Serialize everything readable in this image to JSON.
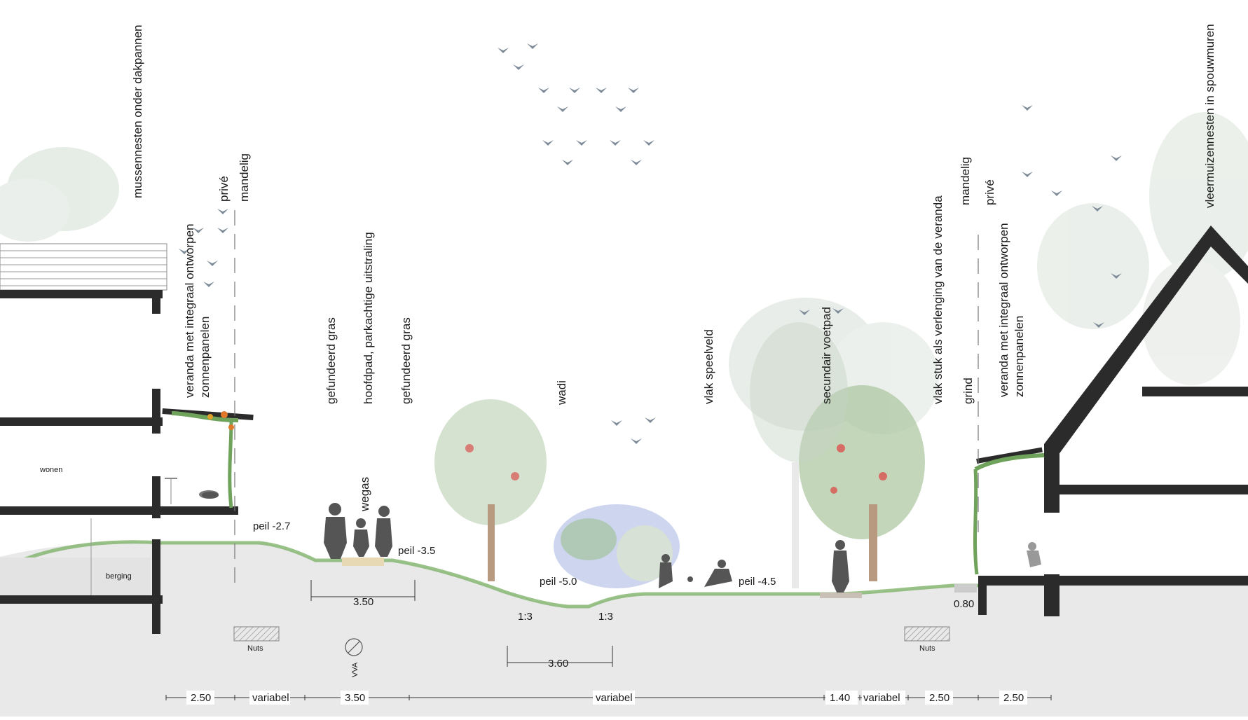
{
  "colors": {
    "ground": "#e9e9e9",
    "structure": "#2b2b2b",
    "grass": "#7fb36a",
    "tree": "#9fb9a3",
    "blossom": "#b9c3e8",
    "apple": "#d9534f"
  },
  "labels_vertical": {
    "mussennesten": "mussennesten onder dakpannen",
    "prive_left": "privé",
    "mandelig_left": "mandelig",
    "veranda_left_1": "veranda met integraal ontworpen",
    "veranda_left_2": "zonnenpanelen",
    "gefundeerd_gras_1": "gefundeerd gras",
    "hoofdpad": "hoofdpad, parkachtige uitstraling",
    "gefundeerd_gras_2": "gefundeerd gras",
    "wegas": "wegas",
    "wadi": "wadi",
    "vlak_speelveld": "vlak speelveld",
    "secundair_voetpad": "secundair voetpad",
    "vlak_stuk": "vlak stuk als verlenging van de veranda",
    "grind": "grind",
    "mandelig_right": "mandelig",
    "prive_right": "privé",
    "veranda_right_1": "veranda met integraal ontworpen",
    "veranda_right_2": "zonnenpanelen",
    "vleermuizennesten": "vleermuizennesten in spouwmuren",
    "vva": "VVA"
  },
  "labels_horizontal": {
    "wonen": "wonen",
    "berging": "berging",
    "peil_1": "peil -2.7",
    "peil_2": "peil -3.5",
    "peil_3": "peil -5.0",
    "peil_4": "peil -4.5",
    "slope_left": "1:3",
    "slope_right": "1:3",
    "nuts_left": "Nuts",
    "nuts_right": "Nuts"
  },
  "dimensions": {
    "path_width": "3.50",
    "wadi_width": "3.60",
    "grind_width": "0.80",
    "bottom": [
      "2.50",
      "variabel",
      "3.50",
      "variabel",
      "1.40",
      "variabel",
      "2.50",
      "2.50"
    ]
  }
}
